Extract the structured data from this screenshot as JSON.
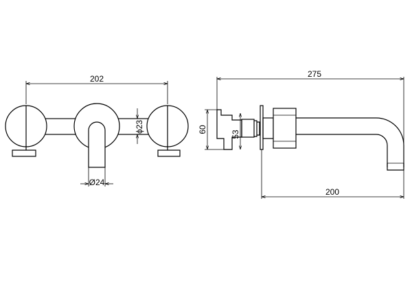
{
  "front_view": {
    "dim_overall_width": "202",
    "dim_pipe_diameter": "ϕ23",
    "dim_spout_diameter": "Ø24"
  },
  "side_view": {
    "dim_overall_length": "275",
    "dim_spout_reach": "200",
    "dim_body_height": "60",
    "dim_inner_height": "53"
  }
}
